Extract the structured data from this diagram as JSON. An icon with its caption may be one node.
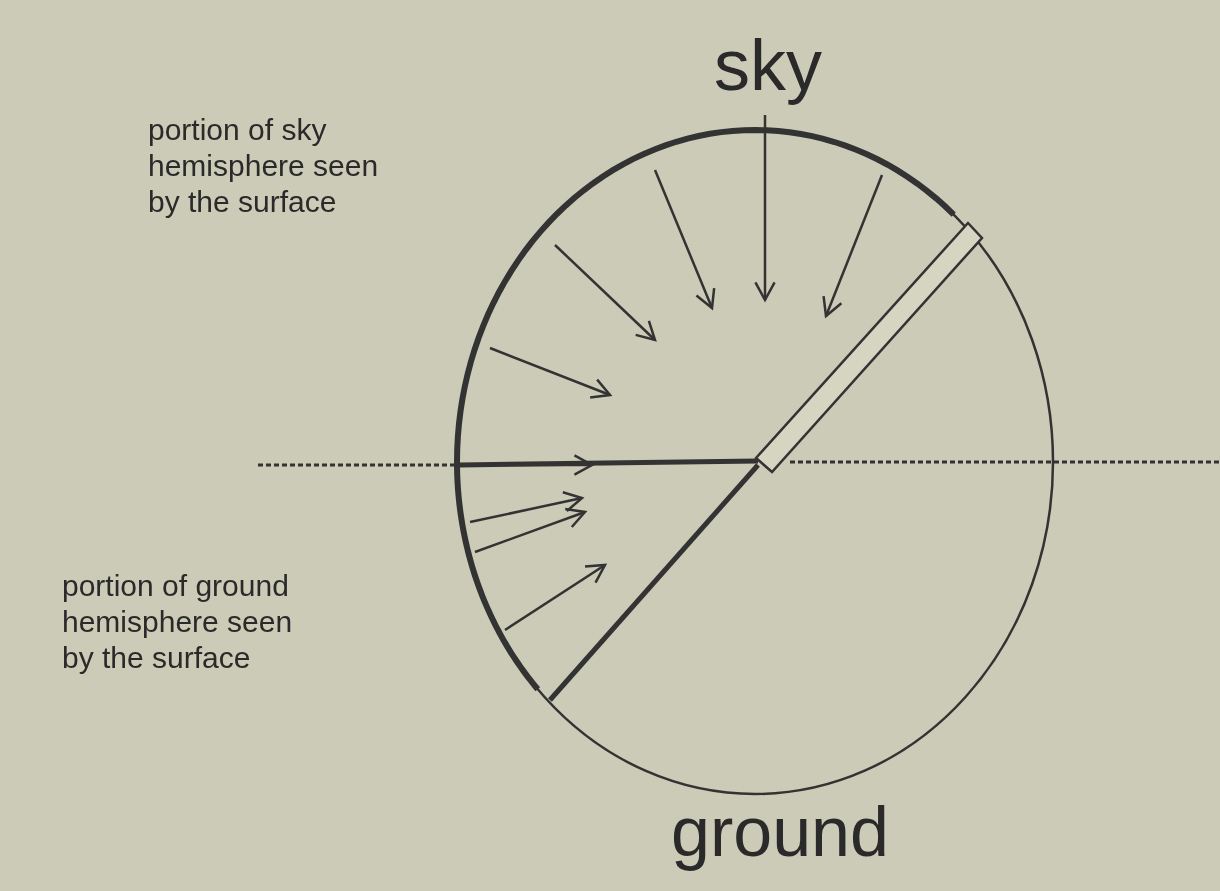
{
  "diagram": {
    "labels": [
      "sky",
      "portion of sky hemisphere seen by the surface",
      "portion of ground hemisphere seen by the surface",
      "ground"
    ]
  }
}
